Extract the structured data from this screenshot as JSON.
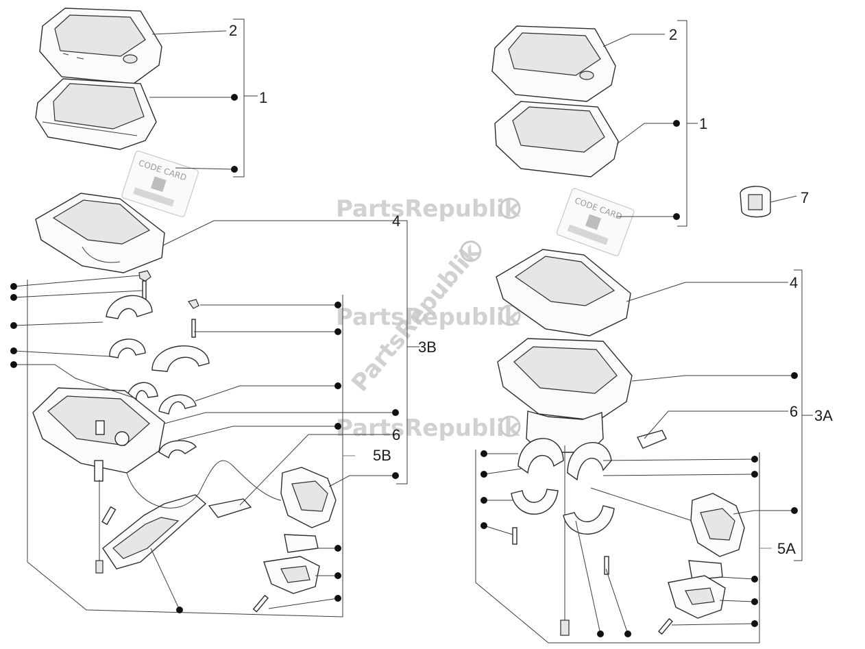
{
  "callouts": {
    "left": {
      "c2": "2",
      "c1": "1",
      "c4": "4",
      "c3b": "3B",
      "c6": "6",
      "c5b": "5B"
    },
    "right": {
      "c2": "2",
      "c1": "1",
      "c7": "7",
      "c4": "4",
      "c6": "6",
      "c3a": "3A",
      "c5a": "5A"
    }
  },
  "watermark": {
    "text": "PartsRepublik"
  },
  "card": {
    "label": "CODE CARD"
  }
}
